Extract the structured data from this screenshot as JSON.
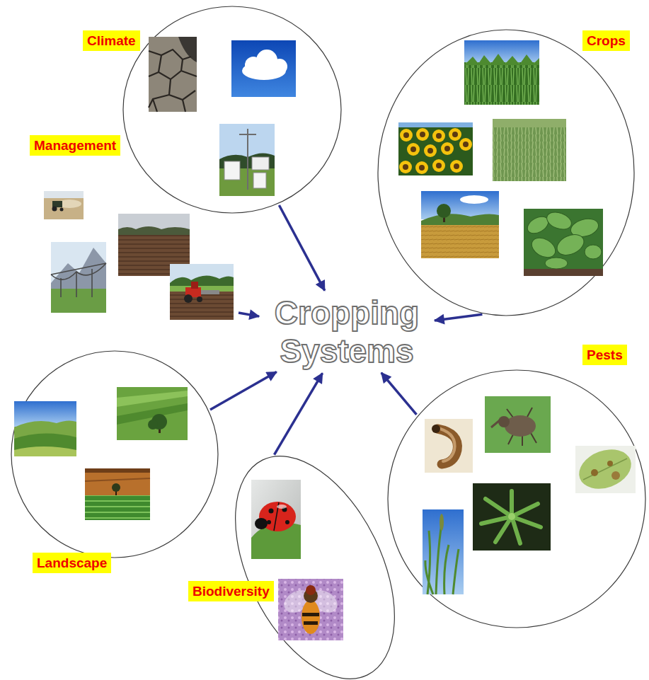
{
  "diagram": {
    "nodes": [
      {
        "text": [
          "Climate"
        ]
      },
      {
        "text": [
          "Crops"
        ]
      },
      {
        "text": [
          "Management"
        ]
      },
      {
        "text": [
          "Cropping Systems"
        ]
      },
      {
        "text": [
          "Pests"
        ]
      },
      {
        "text": [
          "Landscape"
        ]
      },
      {
        "text": [
          "Biodiversity"
        ]
      }
    ],
    "edges": [
      {
        "from": 0,
        "to": 3,
        "arrow": "to"
      },
      {
        "from": 1,
        "to": 3,
        "arrow": "to"
      },
      {
        "from": 2,
        "to": 3,
        "arrow": "to"
      },
      {
        "from": 4,
        "to": 3,
        "arrow": "to"
      },
      {
        "from": 5,
        "to": 3,
        "arrow": "to"
      },
      {
        "from": 6,
        "to": 3,
        "arrow": "to"
      }
    ]
  }
}
